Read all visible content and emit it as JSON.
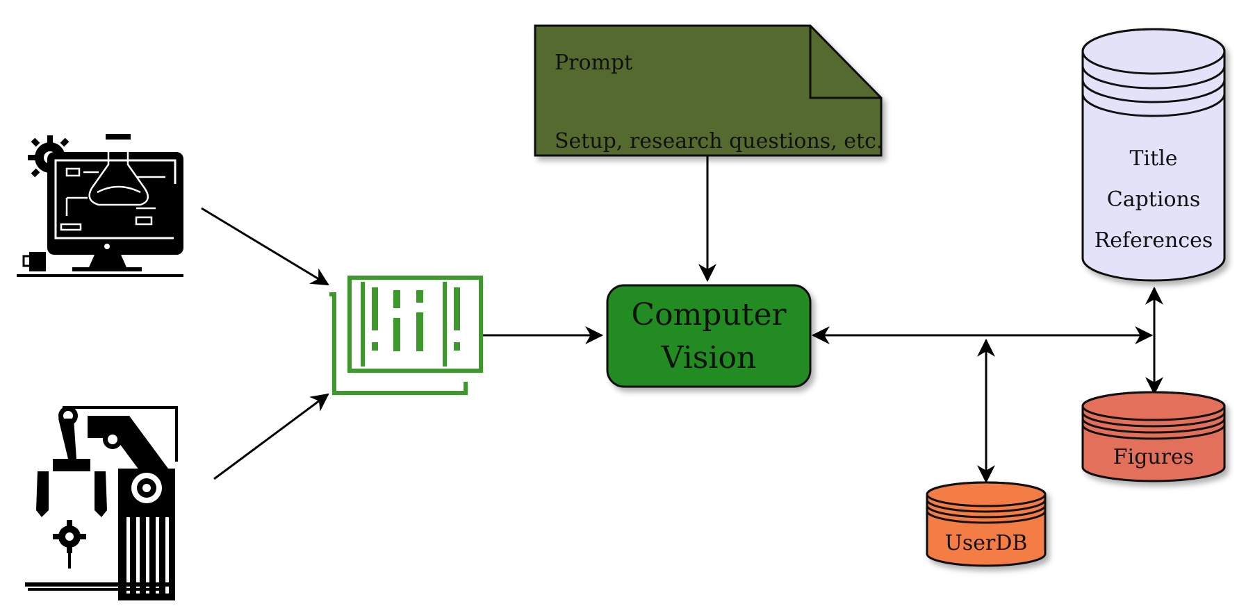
{
  "prompt": {
    "heading": "Prompt",
    "detail": "Setup, research questions, etc.",
    "fill": "#556b2f"
  },
  "computer_vision": {
    "line1": "Computer",
    "line2": "Vision",
    "fill": "#228b22"
  },
  "metadata_store": {
    "lines": [
      "Title",
      "Captions",
      "References"
    ],
    "fill": "#e2e2f8"
  },
  "figures_store": {
    "label": "Figures",
    "fill": "#e2705a"
  },
  "userdb_store": {
    "label": "UserDB",
    "fill": "#f47b45"
  },
  "icons": {
    "monitor": "computer-monitor-with-flask-icon",
    "robot": "robotic-arm-icon",
    "document": "document-stack-icon"
  }
}
